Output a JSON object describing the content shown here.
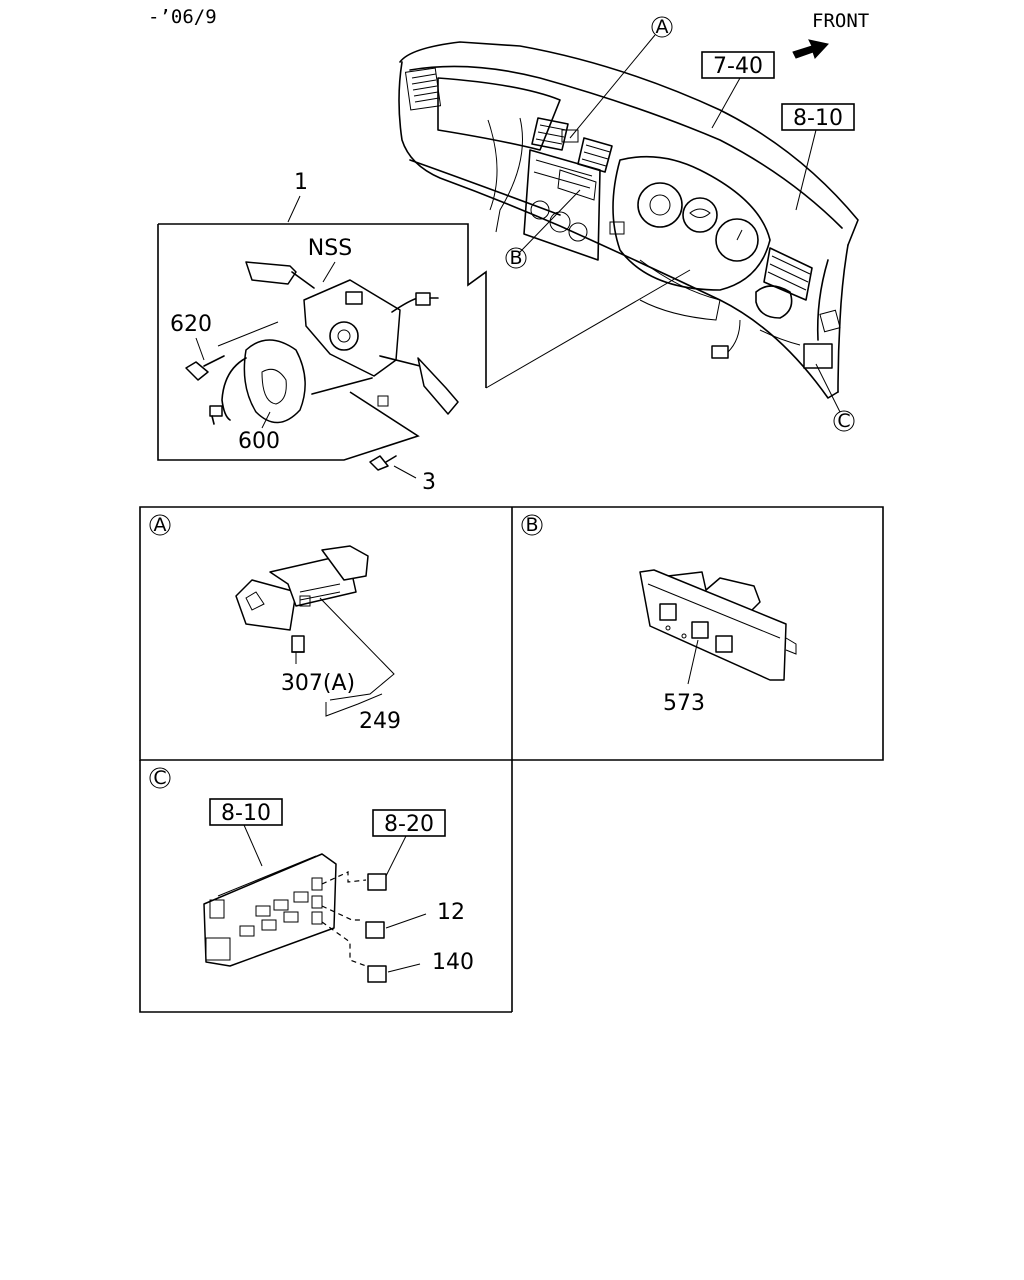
{
  "header": {
    "date_code": "-’06/9",
    "front_label": "FRONT"
  },
  "main": {
    "callouts": {
      "a": "A",
      "b": "B",
      "c": "C"
    },
    "boxed_refs": {
      "ref_7_40": "7-40",
      "ref_8_10": "8-10"
    },
    "parts": {
      "p1": "1",
      "nss": "NSS",
      "p620": "620",
      "p600": "600",
      "p3": "3"
    }
  },
  "detail_a": {
    "marker": "A",
    "p307": "307(A)",
    "p249": "249"
  },
  "detail_b": {
    "marker": "B",
    "p573": "573"
  },
  "detail_c": {
    "marker": "C",
    "ref_8_10": "8-10",
    "ref_8_20": "8-20",
    "p12": "12",
    "p140": "140"
  },
  "icons": {
    "front_arrow": "front-arrow-icon",
    "circle_marker": "circle-letter-icon"
  }
}
